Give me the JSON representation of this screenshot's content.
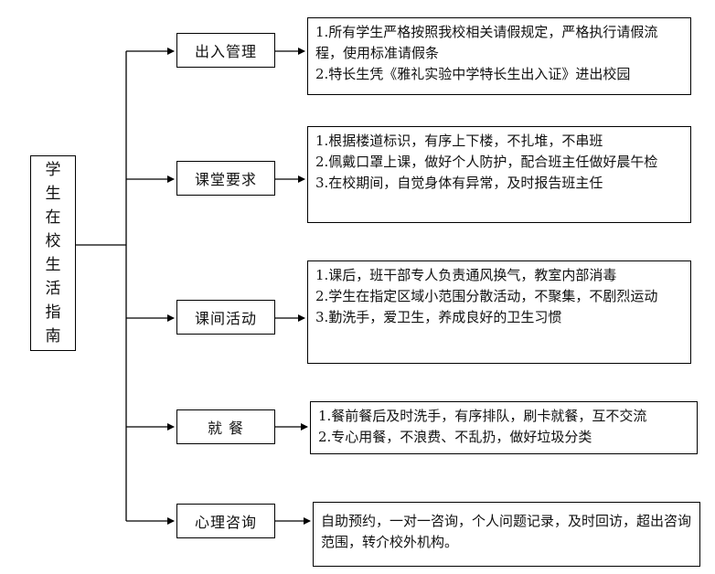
{
  "root": {
    "label": [
      "学",
      "生",
      "在",
      "校",
      "生",
      "活",
      "指",
      "南"
    ]
  },
  "branches": [
    {
      "title": "出入管理",
      "lines": [
        "1.所有学生严格按照我校相关请假规定，严格执行请假流程，使用标准请假条",
        "2.特长生凭《雅礼实验中学特长生出入证》进出校园"
      ]
    },
    {
      "title": "课堂要求",
      "lines": [
        "1.根据楼道标识，有序上下楼，不扎堆，不串班",
        "2.佩戴口罩上课，做好个人防护，配合班主任做好晨午检",
        "3.在校期间，自觉身体有异常，及时报告班主任"
      ]
    },
    {
      "title": "课间活动",
      "lines": [
        "1.课后，班干部专人负责通风换气，教室内部消毒",
        "2.学生在指定区域小范围分散活动，不聚集，不剧烈运动",
        "3.勤洗手，爱卫生，养成良好的卫生习惯"
      ]
    },
    {
      "title": "就 餐",
      "lines": [
        "1.餐前餐后及时洗手，有序排队，刷卡就餐，互不交流",
        "2.专心用餐，不浪费、不乱扔，做好垃圾分类"
      ]
    },
    {
      "title": "心理咨询",
      "lines": [
        "自助预约，一对一咨询，个人问题记录，及时回访，超出咨询范围，转介校外机构。"
      ]
    }
  ]
}
